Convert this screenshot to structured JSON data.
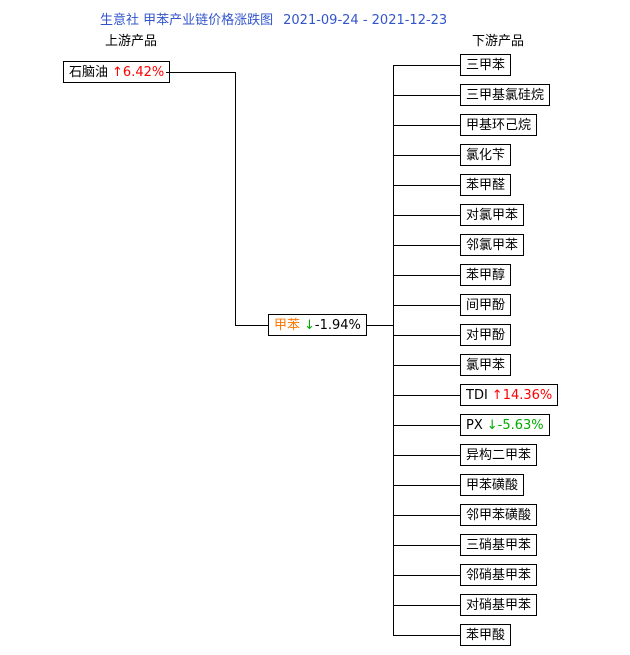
{
  "header": {
    "title": "生意社 甲苯产业链价格涨跌图",
    "date_range": "2021-09-24 - 2021-12-23"
  },
  "columns": {
    "upstream_label": "上游产品",
    "downstream_label": "下游产品"
  },
  "upstream": {
    "name": "石脑油",
    "arrow": "↑",
    "change": "6.42%",
    "direction": "up"
  },
  "center": {
    "name": "甲苯",
    "arrow": "↓",
    "change": "-1.94%",
    "arrow_direction": "down",
    "change_direction": "neutral"
  },
  "downstream": {
    "items": [
      {
        "name": "三甲苯"
      },
      {
        "name": "三甲基氯硅烷"
      },
      {
        "name": "甲基环己烷"
      },
      {
        "name": "氯化苄"
      },
      {
        "name": "苯甲醛"
      },
      {
        "name": "对氯甲苯"
      },
      {
        "name": "邻氯甲苯"
      },
      {
        "name": "苯甲醇"
      },
      {
        "name": "间甲酚"
      },
      {
        "name": "对甲酚"
      },
      {
        "name": "氯甲苯"
      },
      {
        "name": "TDI",
        "arrow": "↑",
        "change": "14.36%",
        "direction": "up"
      },
      {
        "name": "PX",
        "arrow": "↓",
        "change": "-5.63%",
        "direction": "down"
      },
      {
        "name": "异构二甲苯"
      },
      {
        "name": "甲苯磺酸"
      },
      {
        "name": "邻甲苯磺酸"
      },
      {
        "name": "三硝基甲苯"
      },
      {
        "name": "邻硝基甲苯"
      },
      {
        "name": "对硝基甲苯"
      },
      {
        "name": "苯甲酸"
      }
    ]
  },
  "colors": {
    "up": "#ff0000",
    "down": "#00aa00",
    "title": "#3355cc",
    "center_name": "#ff7700"
  }
}
